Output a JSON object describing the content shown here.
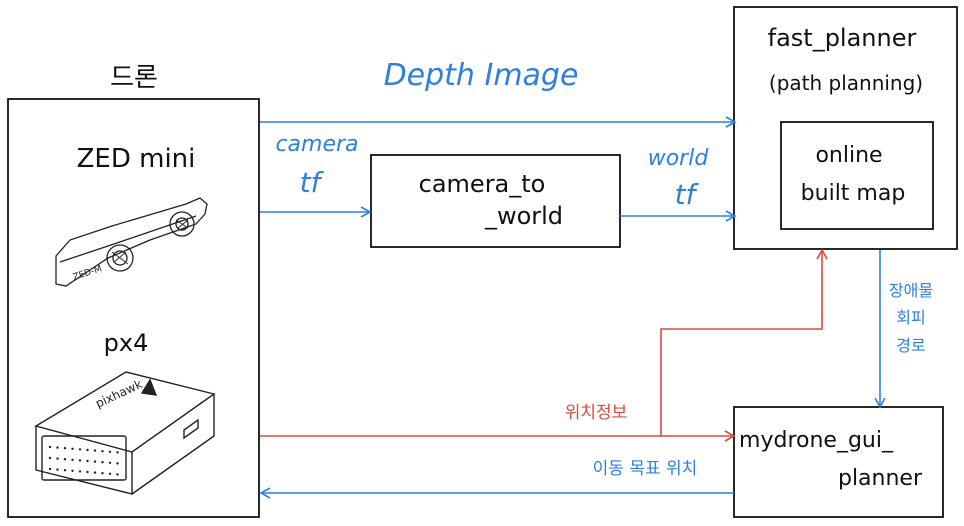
{
  "diagram": {
    "nodes": {
      "drone": {
        "title": "드론"
      },
      "zed": {
        "label": "ZED mini",
        "camera_text": "ZED-M"
      },
      "px4": {
        "label": "px4",
        "pixhawk_text": "pixhawk"
      },
      "camera_to_world": {
        "line1": "camera_to",
        "line2": "_world"
      },
      "fast_planner": {
        "line1": "fast_planner",
        "line2": "(path planning)"
      },
      "online_map": {
        "line1": "online",
        "line2": "built map"
      },
      "gui_planner": {
        "line1": "mydrone_gui_",
        "line2": "planner"
      }
    },
    "edges": {
      "depth_image": "Depth Image",
      "camera_tf_1": "camera",
      "camera_tf_2": "tf",
      "world_tf_1": "world",
      "world_tf_2": "tf",
      "position_info": "위치정보",
      "avoid_1": "장애물",
      "avoid_2": "회피",
      "avoid_3": "경로",
      "goal_pos": "이동 목표 위치"
    },
    "colors": {
      "blue": "#2f7fdf",
      "red": "#dd4a3a",
      "ink": "#111111"
    }
  }
}
